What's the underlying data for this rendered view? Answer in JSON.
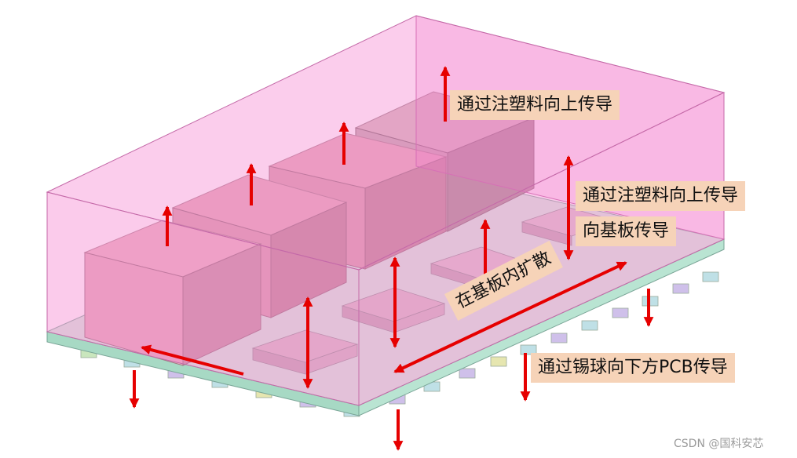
{
  "labels": {
    "up_through_molding_1": "通过注塑料向上传导",
    "up_through_molding_2": "通过注塑料向上传导",
    "to_substrate": "向基板传导",
    "spread_in_substrate": "在基板内扩散",
    "down_through_solder_balls": "通过锡球向下方PCB传导"
  },
  "watermark": "CSDN @国科安芯",
  "colors": {
    "molding": "#f4a7d6",
    "die": "#e3aab6",
    "substrate": "#b8e3cf",
    "arrow": "#e60000",
    "label_bg": "#f6d3b8"
  }
}
